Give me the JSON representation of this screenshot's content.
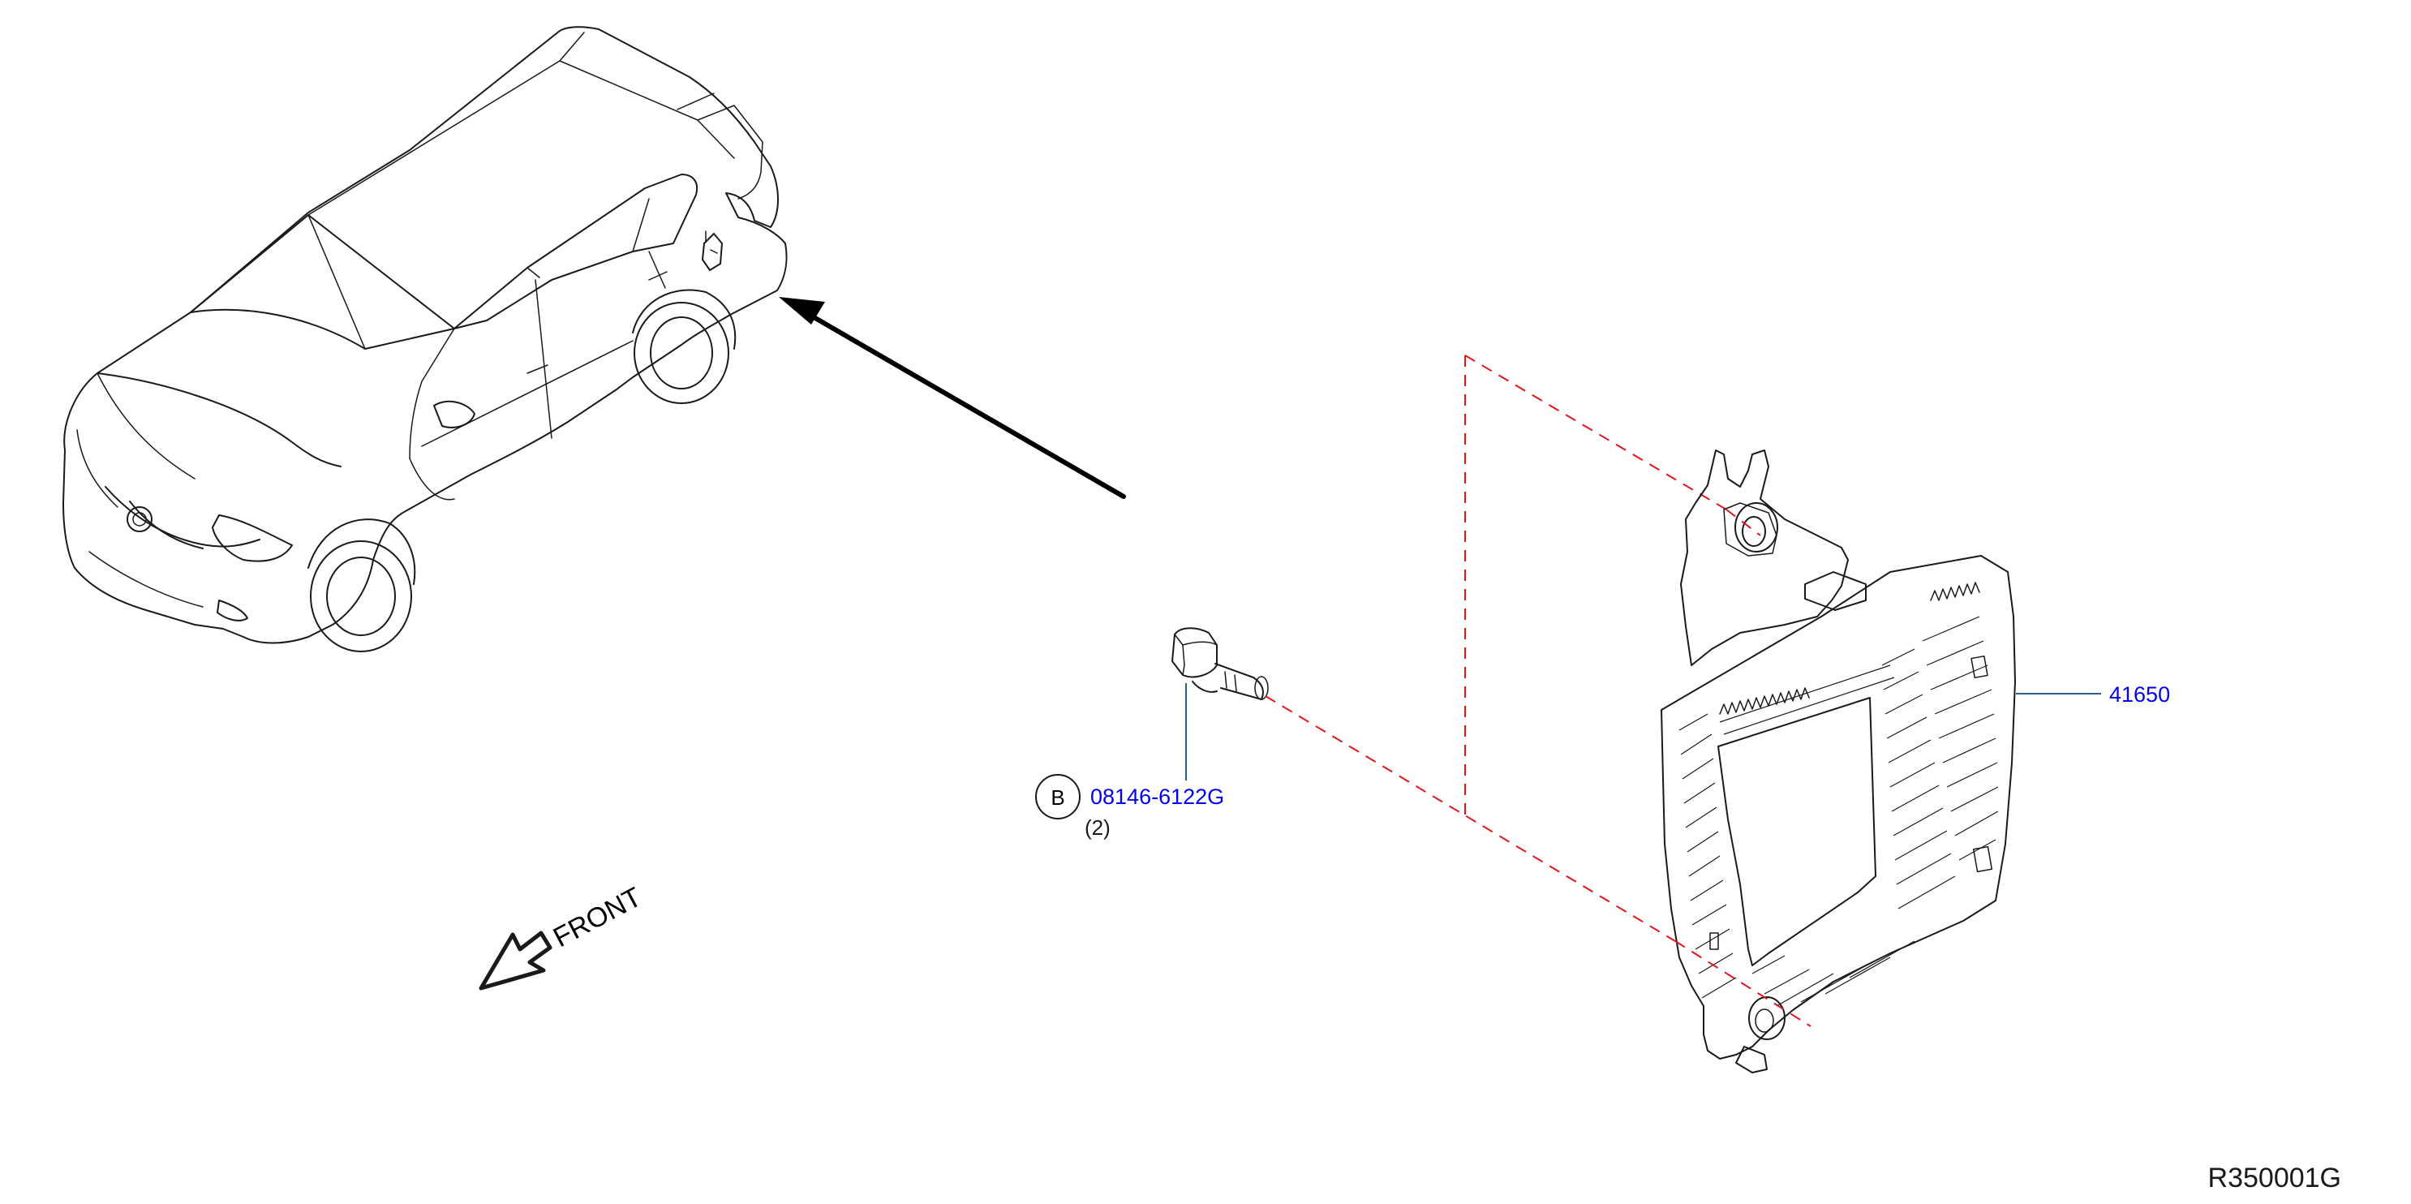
{
  "colors": {
    "line": "#1a1a1a",
    "callout_link": "#0000ee",
    "dashed_guide": "#e0161b",
    "leader": "#2a5f8a"
  },
  "bolt": {
    "part_number": "08146-6122G",
    "quantity": "(2)",
    "ref_letter": "B"
  },
  "unit": {
    "part_number": "41650"
  },
  "direction": {
    "label": "FRONT"
  },
  "figure": {
    "code": "R350001G"
  }
}
